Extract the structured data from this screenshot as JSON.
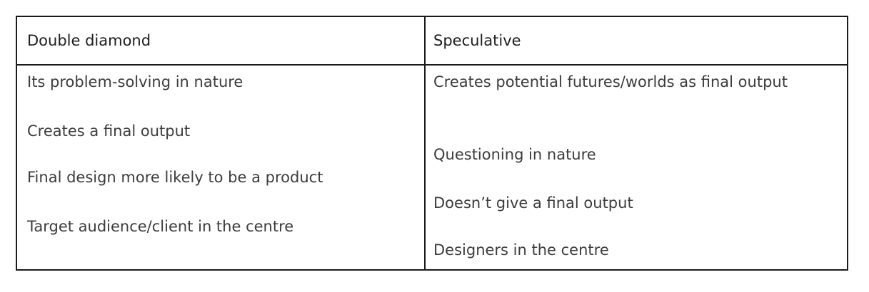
{
  "table": {
    "columns": [
      {
        "header": "Double diamond",
        "items": [
          "Its problem-solving in nature",
          "Creates a final output",
          "Final design more likely to be a product",
          "Target audience/client in the centre"
        ]
      },
      {
        "header": "Speculative",
        "items": [
          "Creates potential futures/worlds as final output",
          "Questioning in nature",
          "Doesn’t give a final output",
          "Designers in the centre"
        ]
      }
    ]
  }
}
